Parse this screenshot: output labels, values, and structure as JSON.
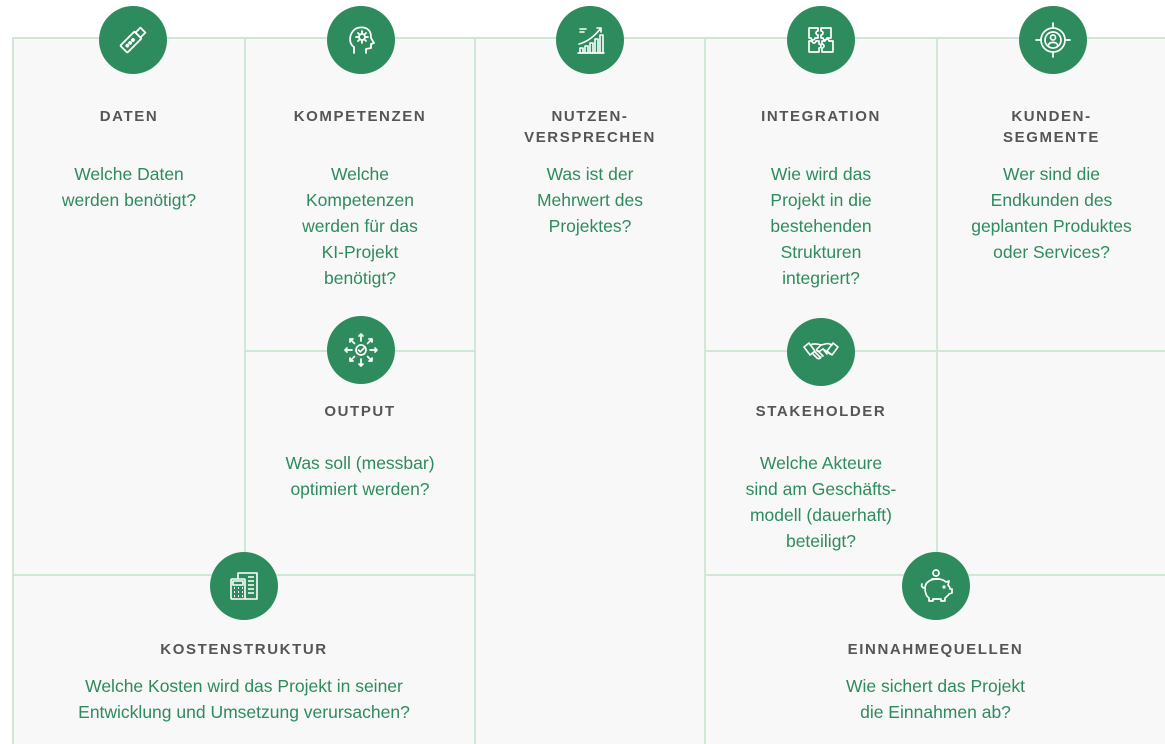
{
  "colors": {
    "accent": "#2e8b5d",
    "line": "#cfe8d6",
    "panel": "#f8f8f8",
    "title": "#555555"
  },
  "blocks": [
    {
      "id": "daten",
      "icon": "usb-stick-icon",
      "title": "DATEN",
      "question": "Welche Daten\nwerden benötigt?"
    },
    {
      "id": "kompetenzen",
      "icon": "head-gear-icon",
      "title": "KOMPETENZEN",
      "question": "Welche\nKompetenzen\nwerden für das\nKI-Projekt\nbenötigt?"
    },
    {
      "id": "nutzen",
      "icon": "growth-chart-icon",
      "title": "NUTZEN-\nVERSPRECHEN",
      "question": "Was ist der\nMehrwert des\nProjektes?"
    },
    {
      "id": "integration",
      "icon": "puzzle-icon",
      "title": "INTEGRATION",
      "question": "Wie wird das\nProjekt in die\nbestehenden\nStrukturen\nintegriert?"
    },
    {
      "id": "kunden",
      "icon": "target-person-icon",
      "title": "KUNDEN-\nSEGMENTE",
      "question": "Wer sind die\nEndkunden des\ngeplanten Produktes\noder Services?"
    },
    {
      "id": "output",
      "icon": "optimize-arrows-icon",
      "title": "OUTPUT",
      "question": "Was soll (messbar)\noptimiert werden?"
    },
    {
      "id": "stakeholder",
      "icon": "handshake-icon",
      "title": "STAKEHOLDER",
      "question": "Welche Akteure\nsind am Geschäfts-\nmodell (dauerhaft)\nbeteiligt?"
    },
    {
      "id": "kosten",
      "icon": "calculator-document-icon",
      "title": "KOSTENSTRUKTUR",
      "question": "Welche Kosten wird das Projekt in seiner\nEntwicklung und Umsetzung verursachen?"
    },
    {
      "id": "einnahmen",
      "icon": "piggy-bank-icon",
      "title": "EINNAHMEQUELLEN",
      "question": "Wie sichert das Projekt\ndie Einnahmen ab?"
    }
  ]
}
